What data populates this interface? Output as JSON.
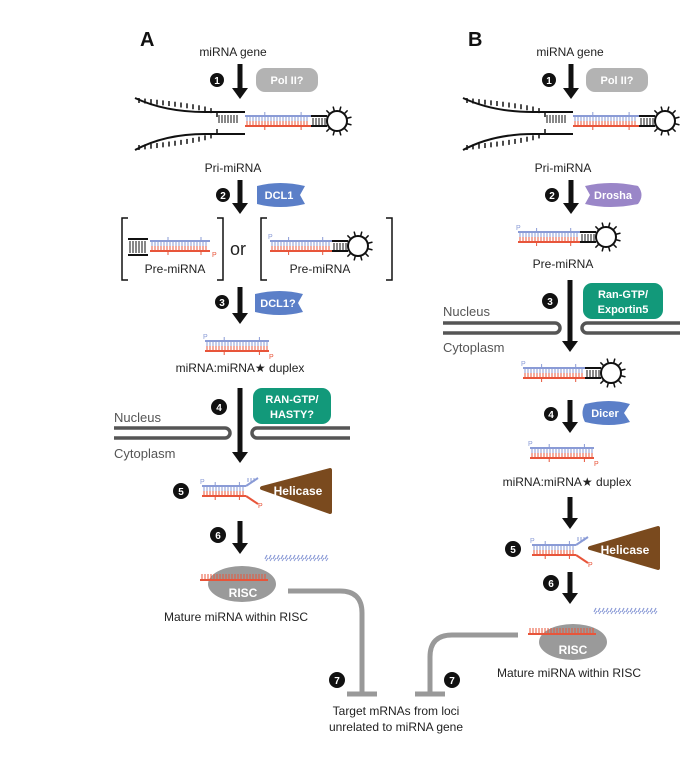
{
  "panels": {
    "A": {
      "label": "A",
      "gene": "miRNA gene",
      "enzymes": {
        "pol": "Pol II?",
        "dcl1": "DCL1",
        "dcl1q": "DCL1?",
        "ran_line1": "RAN-GTP/",
        "ran_line2": "HASTY?",
        "helicase": "Helicase",
        "risc": "RISC"
      },
      "labels": {
        "pri": "Pri-miRNA",
        "pre1": "Pre-miRNA",
        "or": "or",
        "pre2": "Pre-miRNA",
        "duplex": "miRNA:miRNA★ duplex",
        "nucleus": "Nucleus",
        "cytoplasm": "Cytoplasm",
        "mature": "Mature miRNA within RISC"
      },
      "steps": [
        "1",
        "2",
        "3",
        "4",
        "5",
        "6",
        "7"
      ]
    },
    "B": {
      "label": "B",
      "gene": "miRNA gene",
      "enzymes": {
        "pol": "Pol II?",
        "drosha": "Drosha",
        "ran_line1": "Ran-GTP/",
        "ran_line2": "Exportin5",
        "dicer": "Dicer",
        "helicase": "Helicase",
        "risc": "RISC"
      },
      "labels": {
        "pri": "Pri-miRNA",
        "pre": "Pre-miRNA",
        "nucleus": "Nucleus",
        "cytoplasm": "Cytoplasm",
        "duplex": "miRNA:miRNA★ duplex",
        "mature": "Mature miRNA within RISC"
      },
      "steps": [
        "1",
        "2",
        "3",
        "4",
        "5",
        "6",
        "7"
      ]
    }
  },
  "target": {
    "line1": "Target mRNAs from loci",
    "line2": "unrelated to miRNA gene"
  },
  "phosphate": "P",
  "colors": {
    "mirna_star_blue": "#8a9bd6",
    "mirna_red": "#e8553a",
    "pol_gray": "#b3b3b3",
    "dcl_blue": "#5b7fc8",
    "drosha_purple": "#9a86c8",
    "exportin_green": "#12997a",
    "helicase_brown": "#7a4a1e",
    "risc_gray": "#9a9a9a",
    "membrane_gray": "#555555",
    "inhibit_gray": "#999999"
  }
}
